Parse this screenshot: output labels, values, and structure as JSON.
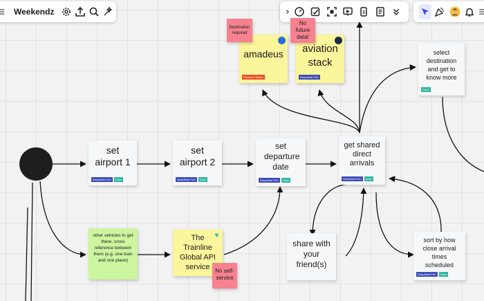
{
  "toolbar": {
    "board_name": "Weekendz"
  },
  "colors": {
    "sticky_yellow": "#fbf59b",
    "sticky_green": "#ccf5a0",
    "sticky_red": "#f6828f",
    "card": "#f6f7f9",
    "tag_blue": "#3d4bb8",
    "tag_teal": "#2fb5a0",
    "tag_orange": "#ef4f23",
    "toolbar_active": "#e6eaff"
  },
  "icons": {
    "left_toolbar": [
      "menu-icon",
      "settings-icon",
      "upload-icon",
      "search-icon",
      "magic-icon"
    ],
    "right_toolbar_1": [
      "chevron-right-icon",
      "timer-icon",
      "vote-icon",
      "frame-focus-icon",
      "present-icon",
      "card-number-icon",
      "notes-icon",
      "more-icon"
    ],
    "right_toolbar_2": [
      "cursor-icon",
      "celebrate-icon",
      "avatar",
      "notifications-icon",
      "menu-icon"
    ]
  },
  "cards": {
    "set_airport_1": {
      "label": "set airport 1",
      "tag1": "DeepNote PoC",
      "tag2": "Done"
    },
    "set_airport_2": {
      "label": "set airport 2",
      "tag1": "DeepNote PoC",
      "tag2": "Done"
    },
    "set_departure": {
      "label": "set departure date",
      "tag1": "DeepNote PoC",
      "tag2": "Done"
    },
    "get_arrivals": {
      "label": "get shared direct arrivals",
      "tag1": "DeepNote PoC",
      "tag2": "Done"
    },
    "select_destination": {
      "label": "select destination and get to know more",
      "tag1": "Done"
    },
    "share": {
      "label": "share with your friend(s)"
    },
    "sort_arrivals": {
      "label": "sort by how close arrival times scheduled",
      "tag1": "DeepNote PoC",
      "tag2": "Done"
    },
    "amadeus": {
      "label": "amadeus",
      "tag1": "Postman Tested"
    },
    "aviation_stack": {
      "label": "aviation stack",
      "tag1": "DeepNote PoC"
    },
    "trainline": {
      "label": "The Trainline Global API service"
    },
    "other_vehicles": {
      "label": "other vehicles to get there, cross reference between them (e.g. one train and one plane)"
    }
  },
  "notes": {
    "destination_required": "Destination required",
    "no_future_data": "No future data!",
    "no_self_service": "No self-service"
  }
}
